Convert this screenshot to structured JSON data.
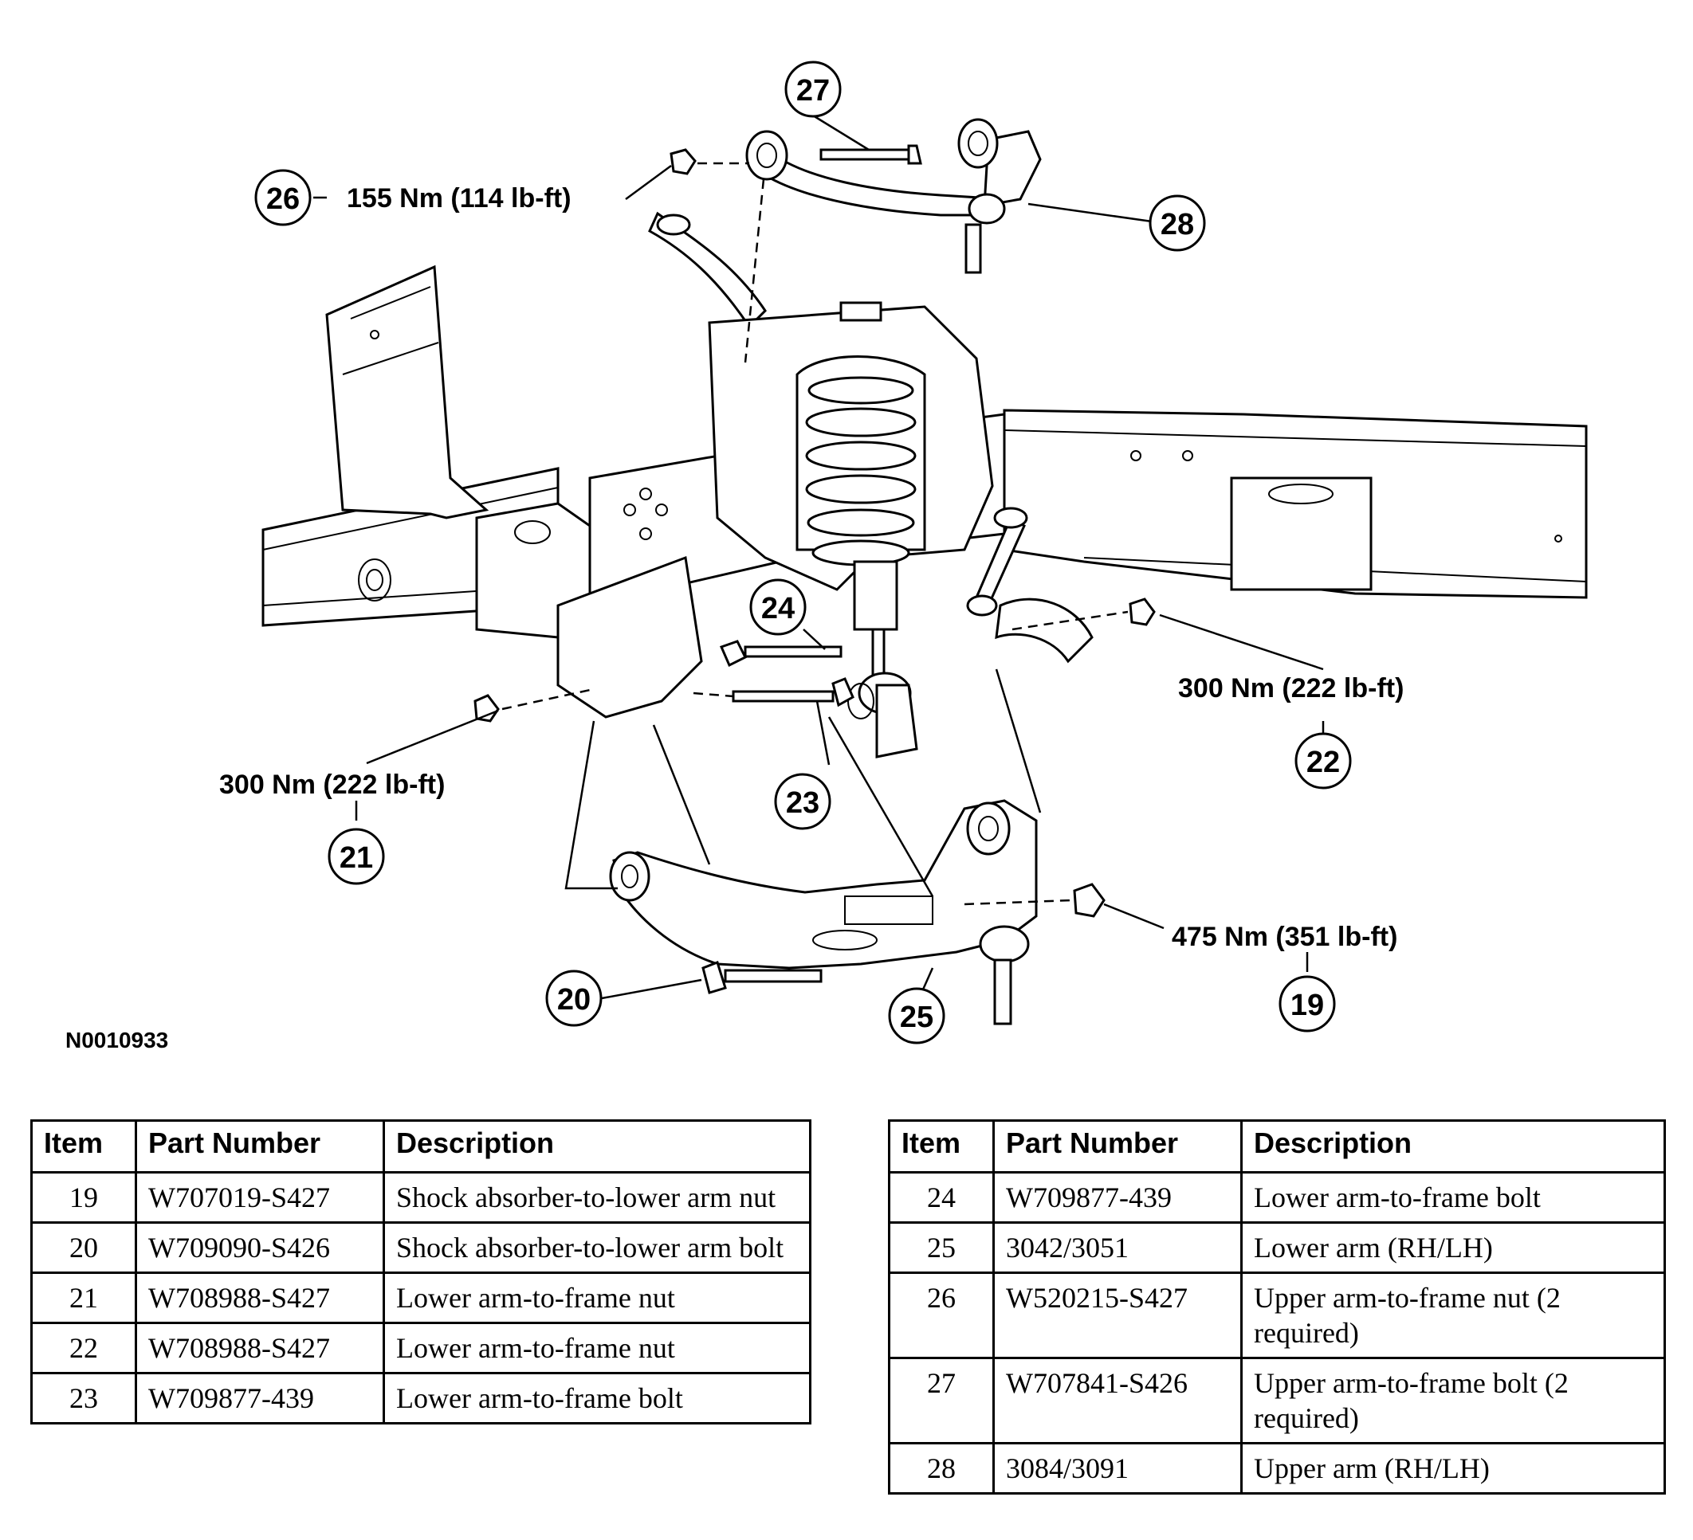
{
  "figure_id": "N0010933",
  "callouts": {
    "c19": "19",
    "c20": "20",
    "c21": "21",
    "c22": "22",
    "c23": "23",
    "c24": "24",
    "c25": "25",
    "c26": "26",
    "c27": "27",
    "c28": "28"
  },
  "torques": {
    "t26": "155 Nm (114 lb-ft)",
    "t22": "300 Nm (222 lb-ft)",
    "t21": "300 Nm (222 lb-ft)",
    "t19": "475 Nm (351 lb-ft)"
  },
  "table_headers": {
    "item": "Item",
    "part_number": "Part Number",
    "description": "Description"
  },
  "table_left": [
    {
      "item": "19",
      "part_number": "W707019-S427",
      "description": "Shock absorber-to-lower arm nut"
    },
    {
      "item": "20",
      "part_number": "W709090-S426",
      "description": "Shock absorber-to-lower arm bolt"
    },
    {
      "item": "21",
      "part_number": "W708988-S427",
      "description": "Lower arm-to-frame nut"
    },
    {
      "item": "22",
      "part_number": "W708988-S427",
      "description": "Lower arm-to-frame nut"
    },
    {
      "item": "23",
      "part_number": "W709877-439",
      "description": "Lower arm-to-frame bolt"
    }
  ],
  "table_right": [
    {
      "item": "24",
      "part_number": "W709877-439",
      "description": "Lower arm-to-frame bolt"
    },
    {
      "item": "25",
      "part_number": "3042/3051",
      "description": "Lower arm (RH/LH)"
    },
    {
      "item": "26",
      "part_number": "W520215-S427",
      "description": "Upper arm-to-frame nut (2 required)"
    },
    {
      "item": "27",
      "part_number": "W707841-S426",
      "description": "Upper arm-to-frame bolt (2 required)"
    },
    {
      "item": "28",
      "part_number": "3084/3091",
      "description": "Upper arm (RH/LH)"
    }
  ]
}
